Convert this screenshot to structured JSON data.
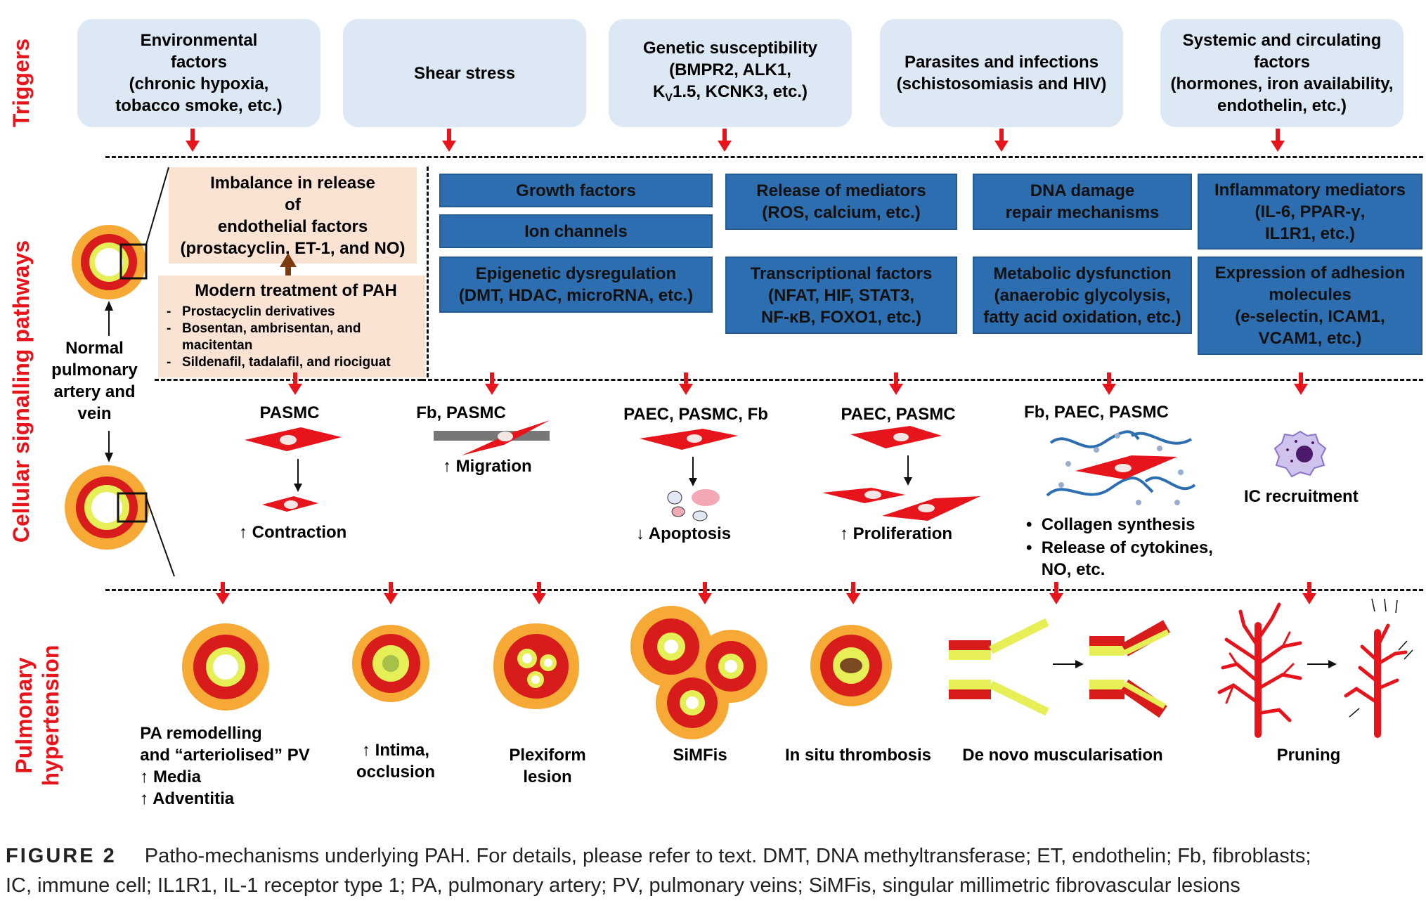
{
  "row_labels": {
    "triggers": "Triggers",
    "signalling": "Cellular signalling pathways",
    "ph": "Pulmonary\nhypertension"
  },
  "triggers": [
    {
      "text": "Environmental\nfactors\n(chronic hypoxia,\ntobacco smoke, etc.)"
    },
    {
      "text": "Shear stress"
    },
    {
      "text_l1": "Genetic susceptibility",
      "text_l2": "(BMPR2, ALK1,",
      "text_l3_a": "K",
      "text_l3_sub": "V",
      "text_l3_b": "1.5, KCNK3, etc.)"
    },
    {
      "text": "Parasites and infections\n(schistosomiasis and HIV)"
    },
    {
      "text": "Systemic and circulating\nfactors\n(hormones, iron availability,\nendothelin, etc.)"
    }
  ],
  "endothelial_box": "Imbalance in release\nof\nendothelial factors\n(prostacyclin, ET-1, and NO)",
  "treatment": {
    "title": "Modern treatment of PAH",
    "items": [
      "Prostacyclin derivatives",
      "Bosentan, ambrisentan, and\nmacitentan",
      "Sildenafil, tadalafil, and riociguat"
    ]
  },
  "normal_label": "Normal\npulmonary\nartery and\nvein",
  "pathways": {
    "growth": "Growth factors",
    "ion": "Ion channels",
    "epigenetic": "Epigenetic dysregulation\n(DMT, HDAC, microRNA, etc.)",
    "mediators": "Release of mediators\n(ROS, calcium, etc.)",
    "transcription": "Transcriptional factors\n(NFAT, HIF, STAT3,\nNF-κB, FOXO1, etc.)",
    "dna": "DNA damage\nrepair mechanisms",
    "metabolic": "Metabolic dysfunction\n(anaerobic glycolysis,\nfatty acid oxidation, etc.)",
    "inflammatory": "Inflammatory mediators\n(IL-6, PPAR-γ,\nIL1R1, etc.)",
    "adhesion": "Expression of adhesion\nmolecules\n(e-selectin, ICAM1,\nVCAM1, etc.)"
  },
  "cells": {
    "c1_title": "PASMC",
    "c1_out": "↑ Contraction",
    "c2_title": "Fb, PASMC",
    "c2_out": "↑ Migration",
    "c3_title": "PAEC, PASMC, Fb",
    "c3_out": "↓ Apoptosis",
    "c4_title": "PAEC, PASMC",
    "c4_out": "↑ Proliferation",
    "c5_title": "Fb, PAEC, PASMC",
    "c5_b1": "Collagen synthesis",
    "c5_b2": "Release of cytokines,\nNO,  etc.",
    "c6_out": "IC recruitment"
  },
  "ph_labels": {
    "p1": "PA remodelling\nand “arteriolised” PV\n↑  Media\n↑  Adventitia",
    "p2": "↑  Intima,\nocclusion",
    "p3": "Plexiform\nlesion",
    "p4": "SiMFis",
    "p5": "In situ thrombosis",
    "p6": "De novo muscularisation",
    "p7": "Pruning"
  },
  "caption": {
    "label": "FIGURE 2",
    "line1": "Patho-mechanisms underlying PAH. For details, please refer to text. DMT, DNA methyltransferase; ET, endothelin; Fb, fibroblasts;",
    "line2": "IC, immune cell; IL1R1, IL-1 receptor type 1; PA, pulmonary artery; PV, pulmonary veins; SiMFis, singular millimetric fibrovascular lesions"
  },
  "colors": {
    "accent_red": "#e8141b",
    "trigger_bg": "#dce9f5",
    "pathway_blue": "#2d6eb0",
    "peach": "#fae3d3",
    "tissue_orange": "#f6a935",
    "lumen_yellow": "#e6ef55"
  }
}
